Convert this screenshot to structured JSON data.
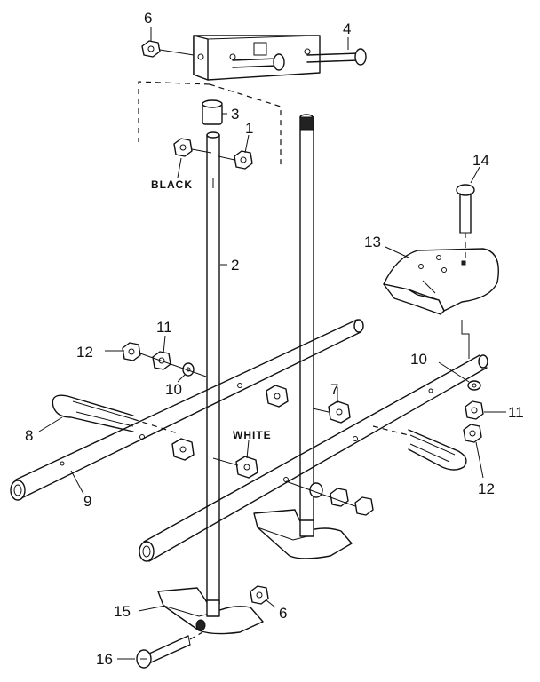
{
  "diagram": {
    "part_labels": [
      {
        "id": "p1",
        "text": "1"
      },
      {
        "id": "p2",
        "text": "2"
      },
      {
        "id": "p3",
        "text": "3"
      },
      {
        "id": "p4",
        "text": "4"
      },
      {
        "id": "p6a",
        "text": "6"
      },
      {
        "id": "p6b",
        "text": "6"
      },
      {
        "id": "p7",
        "text": "7"
      },
      {
        "id": "p8",
        "text": "8"
      },
      {
        "id": "p9",
        "text": "9"
      },
      {
        "id": "p10a",
        "text": "10"
      },
      {
        "id": "p10b",
        "text": "10"
      },
      {
        "id": "p11a",
        "text": "11"
      },
      {
        "id": "p11b",
        "text": "11"
      },
      {
        "id": "p12a",
        "text": "12"
      },
      {
        "id": "p12b",
        "text": "12"
      },
      {
        "id": "p13",
        "text": "13"
      },
      {
        "id": "p14",
        "text": "14"
      },
      {
        "id": "p15",
        "text": "15"
      },
      {
        "id": "p16",
        "text": "16"
      }
    ],
    "notes": {
      "black": "BLACK",
      "white": "WHITE"
    }
  }
}
